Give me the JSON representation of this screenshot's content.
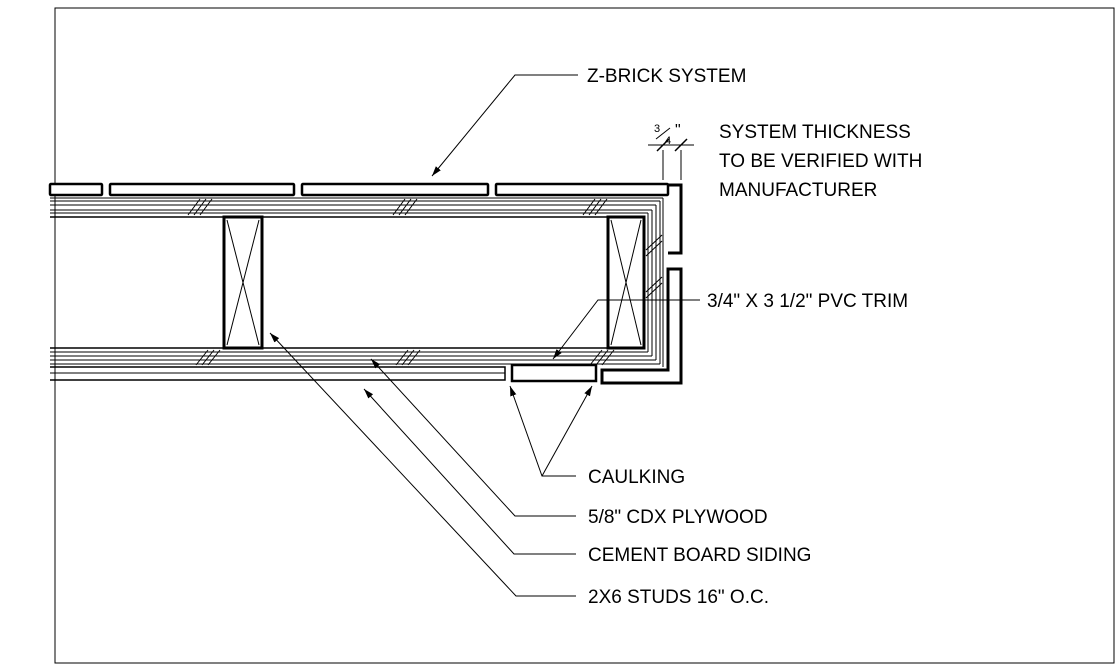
{
  "labels": {
    "z_brick": "Z-BRICK SYSTEM",
    "thickness_lines": [
      "SYSTEM THICKNESS",
      "TO BE VERIFIED WITH",
      "MANUFACTURER"
    ],
    "pvc_trim": "3/4\" X 3 1/2\" PVC TRIM",
    "caulking": "CAULKING",
    "plywood": "5/8\" CDX PLYWOOD",
    "cement_board": "CEMENT BOARD SIDING",
    "studs": "2X6 STUDS 16\" O.C."
  },
  "dimension": {
    "numerator": "3",
    "denominator": "4",
    "unit": "\""
  }
}
